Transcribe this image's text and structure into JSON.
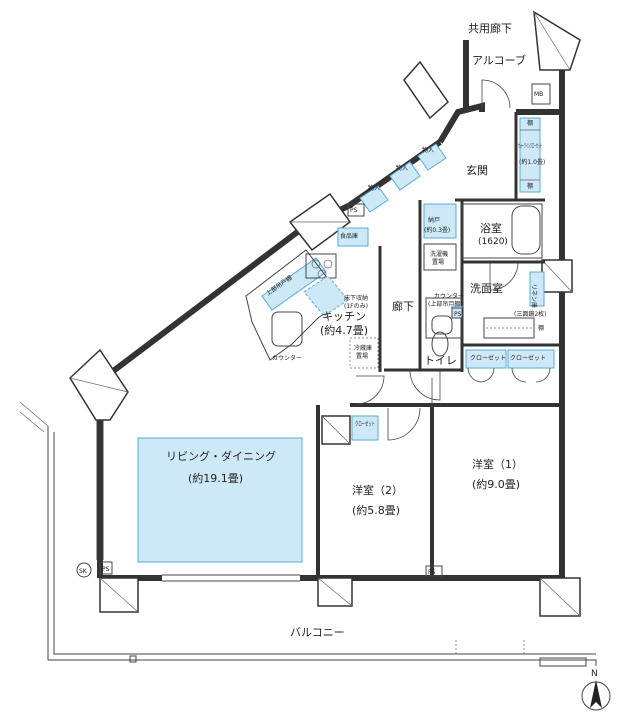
{
  "labels": {
    "common_corridor": "共用廊下",
    "alcove": "アルコーブ",
    "mb": "MB",
    "entrance": "玄関",
    "walk_in_closet": "ウォークインクローゼット",
    "wic_size": "(約1.0畳)",
    "shelf": "棚",
    "storage_in": "物入",
    "ps": "PS",
    "pantry": "食品庫",
    "kitchen": "キッチン",
    "kitchen_size": "(約4.7畳)",
    "underfloor": "床下収納",
    "underfloor_note": "(1Fのみ)",
    "counter": "カウンター",
    "upper_cabinet": "上部吊戸棚",
    "fridge": "冷蔵庫",
    "fridge_place": "置場",
    "hallway": "廊下",
    "storage_closet": "納戸",
    "storage_size": "(約0.3畳)",
    "bathroom": "浴室",
    "bath_size": "(1620)",
    "washer": "洗濯機",
    "washer_place": "置場",
    "washroom": "洗面室",
    "linen": "リネン庫",
    "counter_upper": "カウンター",
    "counter_upper_note": "(上部吊戸棚)",
    "mirror_cabinet": "(三面鏡2枚)",
    "toilet": "トイレ",
    "closet": "クローゼット",
    "closet_short": "クローゼット",
    "living": "リビング・ダイニング",
    "living_size": "(約19.1畳)",
    "room2": "洋室（2）",
    "room2_size": "(約5.8畳)",
    "room1": "洋室（1）",
    "room1_size": "(約9.0畳)",
    "balcony": "バルコニー",
    "sk": "SK",
    "north": "N"
  },
  "colors": {
    "wall": "#333333",
    "furniture": "#5aaad6",
    "furniture_fill": "#cde9f7",
    "background": "#ffffff"
  }
}
